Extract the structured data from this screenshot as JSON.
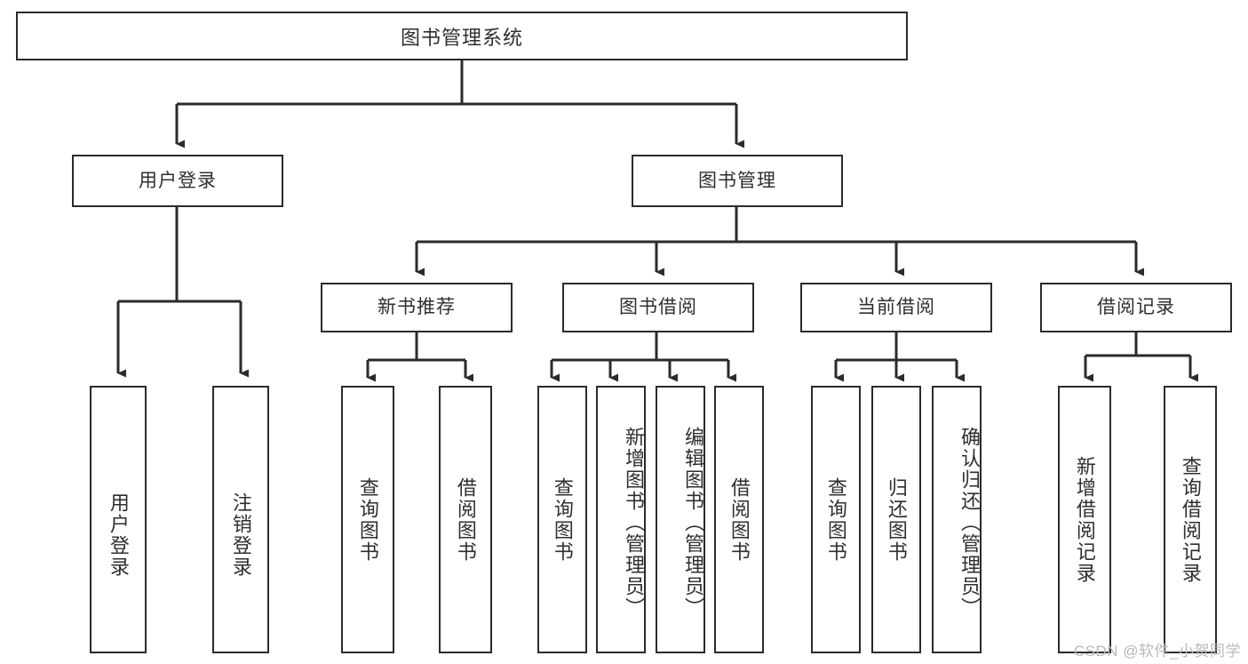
{
  "diagram": {
    "title": "图书管理系统",
    "type": "tree",
    "root": {
      "label": "图书管理系统"
    },
    "level2": [
      {
        "id": "user-login",
        "label": "用户登录"
      },
      {
        "id": "book-manage",
        "label": "图书管理"
      }
    ],
    "level3": [
      {
        "id": "new-book-rec",
        "label": "新书推荐",
        "parent": "book-manage"
      },
      {
        "id": "book-borrow",
        "label": "图书借阅",
        "parent": "book-manage"
      },
      {
        "id": "current-borrow",
        "label": "当前借阅",
        "parent": "book-manage"
      },
      {
        "id": "borrow-record",
        "label": "借阅记录",
        "parent": "book-manage"
      }
    ],
    "leaves": {
      "user-login": [
        {
          "id": "leaf-user-login",
          "label": "用户登录"
        },
        {
          "id": "leaf-logout",
          "label": "注销登录"
        }
      ],
      "new-book-rec": [
        {
          "id": "leaf-query-book-1",
          "label": "查询图书"
        },
        {
          "id": "leaf-borrow-book-1",
          "label": "借阅图书"
        }
      ],
      "book-borrow": [
        {
          "id": "leaf-query-book-2",
          "label": "查询图书"
        },
        {
          "id": "leaf-add-book",
          "label": "新增图书（管理员）"
        },
        {
          "id": "leaf-edit-book",
          "label": "编辑图书（管理员）"
        },
        {
          "id": "leaf-borrow-book-2",
          "label": "借阅图书"
        }
      ],
      "current-borrow": [
        {
          "id": "leaf-query-book-3",
          "label": "查询图书"
        },
        {
          "id": "leaf-return-book",
          "label": "归还图书"
        },
        {
          "id": "leaf-confirm-return",
          "label": "确认归还（管理员）"
        }
      ],
      "borrow-record": [
        {
          "id": "leaf-add-record",
          "label": "新增借阅记录"
        },
        {
          "id": "leaf-query-record",
          "label": "查询借阅记录"
        }
      ]
    }
  },
  "watermark": {
    "text": "CSDN @软件_小贺同学"
  },
  "colors": {
    "stroke": "#2b2b2b",
    "text": "#2f2f2f",
    "background": "#ffffff",
    "watermark": "#b9b9b9"
  }
}
